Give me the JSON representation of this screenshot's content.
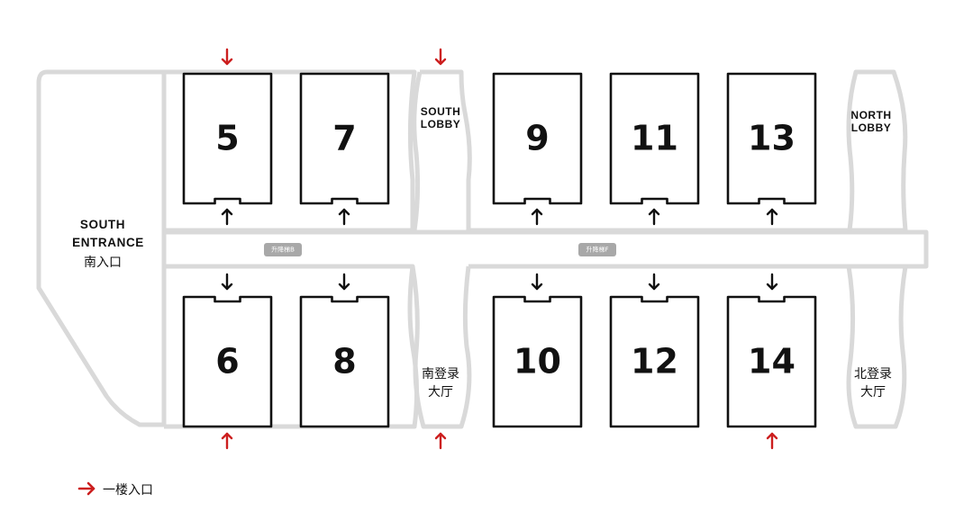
{
  "halls": {
    "h5": "5",
    "h7": "7",
    "h9": "9",
    "h11": "11",
    "h13": "13",
    "h6": "6",
    "h8": "8",
    "h10": "10",
    "h12": "12",
    "h14": "14"
  },
  "labels": {
    "south_entrance_en_1": "SOUTH",
    "south_entrance_en_2": "ENTRANCE",
    "south_entrance_zh": "南入口",
    "south_lobby_en_1": "SOUTH",
    "south_lobby_en_2": "LOBBY",
    "north_lobby_en_1": "NORTH",
    "north_lobby_en_2": "LOBBY",
    "south_lobby_zh_1": "南登录",
    "south_lobby_zh_2": "大厅",
    "north_lobby_zh_1": "北登录",
    "north_lobby_zh_2": "大厅"
  },
  "elevators": {
    "b": "升降梯B",
    "f": "升降梯F"
  },
  "legend": {
    "label": "一楼入口"
  },
  "colors": {
    "corridor": "#d9d9d9",
    "hall_outline": "#111111",
    "ground_floor_entrance_arrow": "#cc1f1f",
    "hall_entrance_arrow": "#111111",
    "elevator_badge": "#a8a8a8"
  }
}
